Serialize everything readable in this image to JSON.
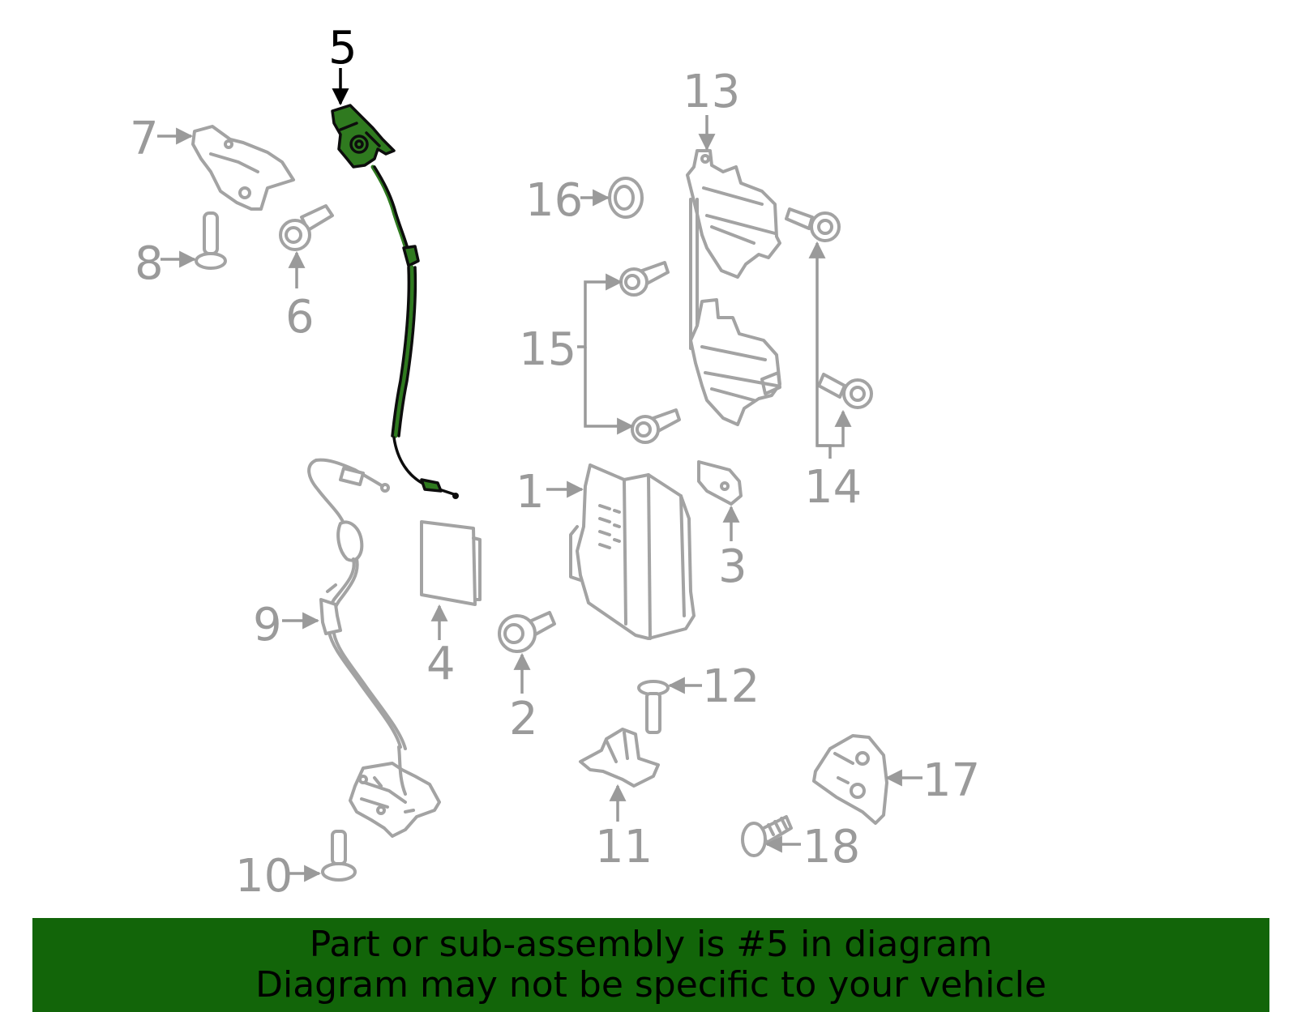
{
  "highlight": {
    "part_number": "5",
    "color": "#2f7a1f"
  },
  "callouts": {
    "c1": "1",
    "c2": "2",
    "c3": "3",
    "c4": "4",
    "c5": "5",
    "c6": "6",
    "c7": "7",
    "c8": "8",
    "c9": "9",
    "c10": "10",
    "c11": "11",
    "c12": "12",
    "c13": "13",
    "c14": "14",
    "c15": "15",
    "c16": "16",
    "c17": "17",
    "c18": "18"
  },
  "banner": {
    "line1": "Part or sub-assembly is #5 in diagram",
    "line2": "Diagram may not be specific to your vehicle",
    "background": "#126509"
  }
}
